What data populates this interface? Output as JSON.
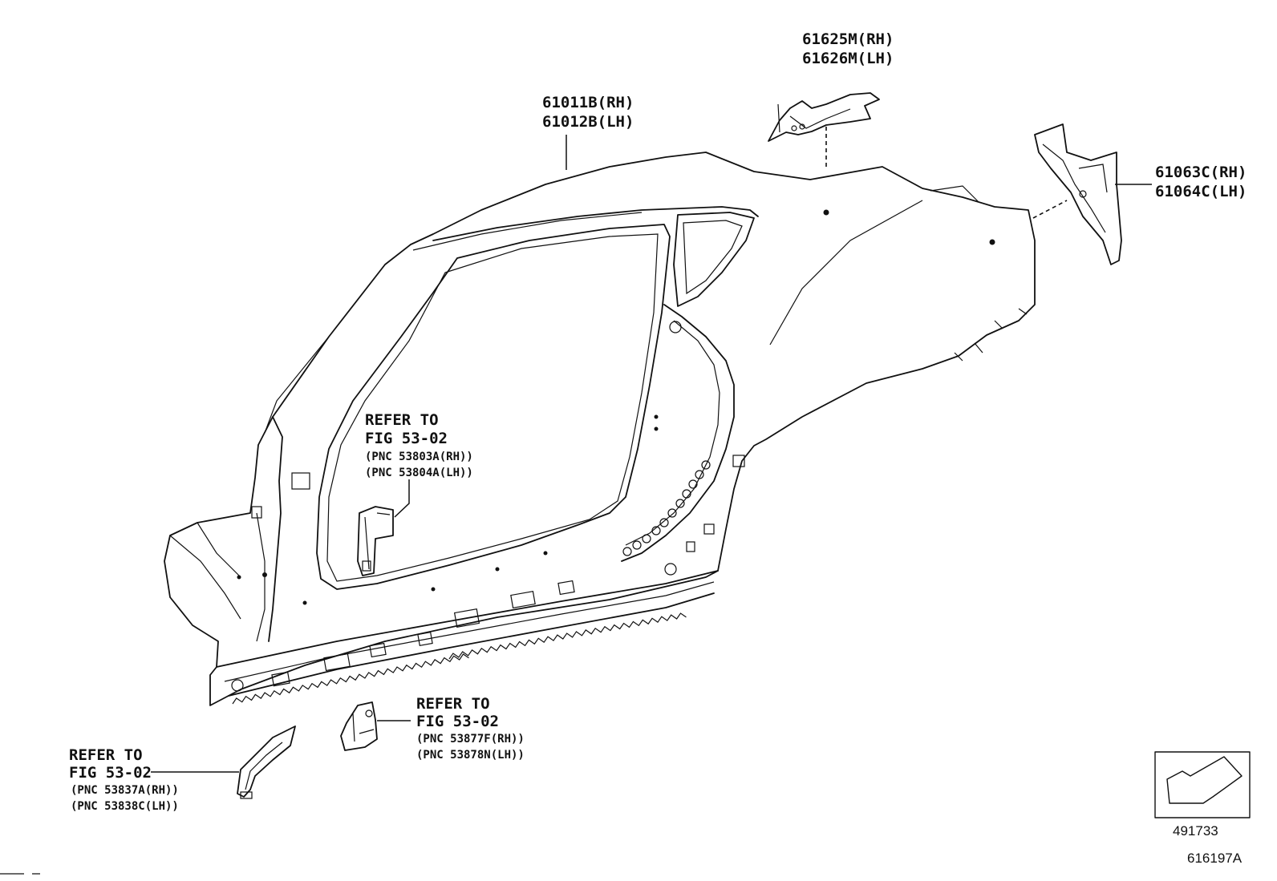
{
  "callouts": {
    "side_panel": {
      "line1": "61011B(RH)",
      "line2": "61012B(LH)"
    },
    "upper_brace": {
      "line1": "61625M(RH)",
      "line2": "61626M(LH)"
    },
    "rear_extension": {
      "line1": "61063C(RH)",
      "line2": "61064C(LH)"
    }
  },
  "refers": {
    "pillar_bracket": {
      "line1": "REFER TO",
      "line2": "FIG 53-02",
      "pnc1": "(PNC 53803A(RH))",
      "pnc2": "(PNC 53804A(LH))"
    },
    "rocker_bracket": {
      "line1": "REFER TO",
      "line2": "FIG 53-02",
      "pnc1": "(PNC 53877F(RH))",
      "pnc2": "(PNC 53878N(LH))"
    },
    "front_bracket": {
      "line1": "REFER TO",
      "line2": "FIG 53-02",
      "pnc1": "(PNC 53837A(RH))",
      "pnc2": "(PNC 53838C(LH))"
    }
  },
  "view_indicator": {
    "code": "491733"
  },
  "figure_code": "616197A"
}
